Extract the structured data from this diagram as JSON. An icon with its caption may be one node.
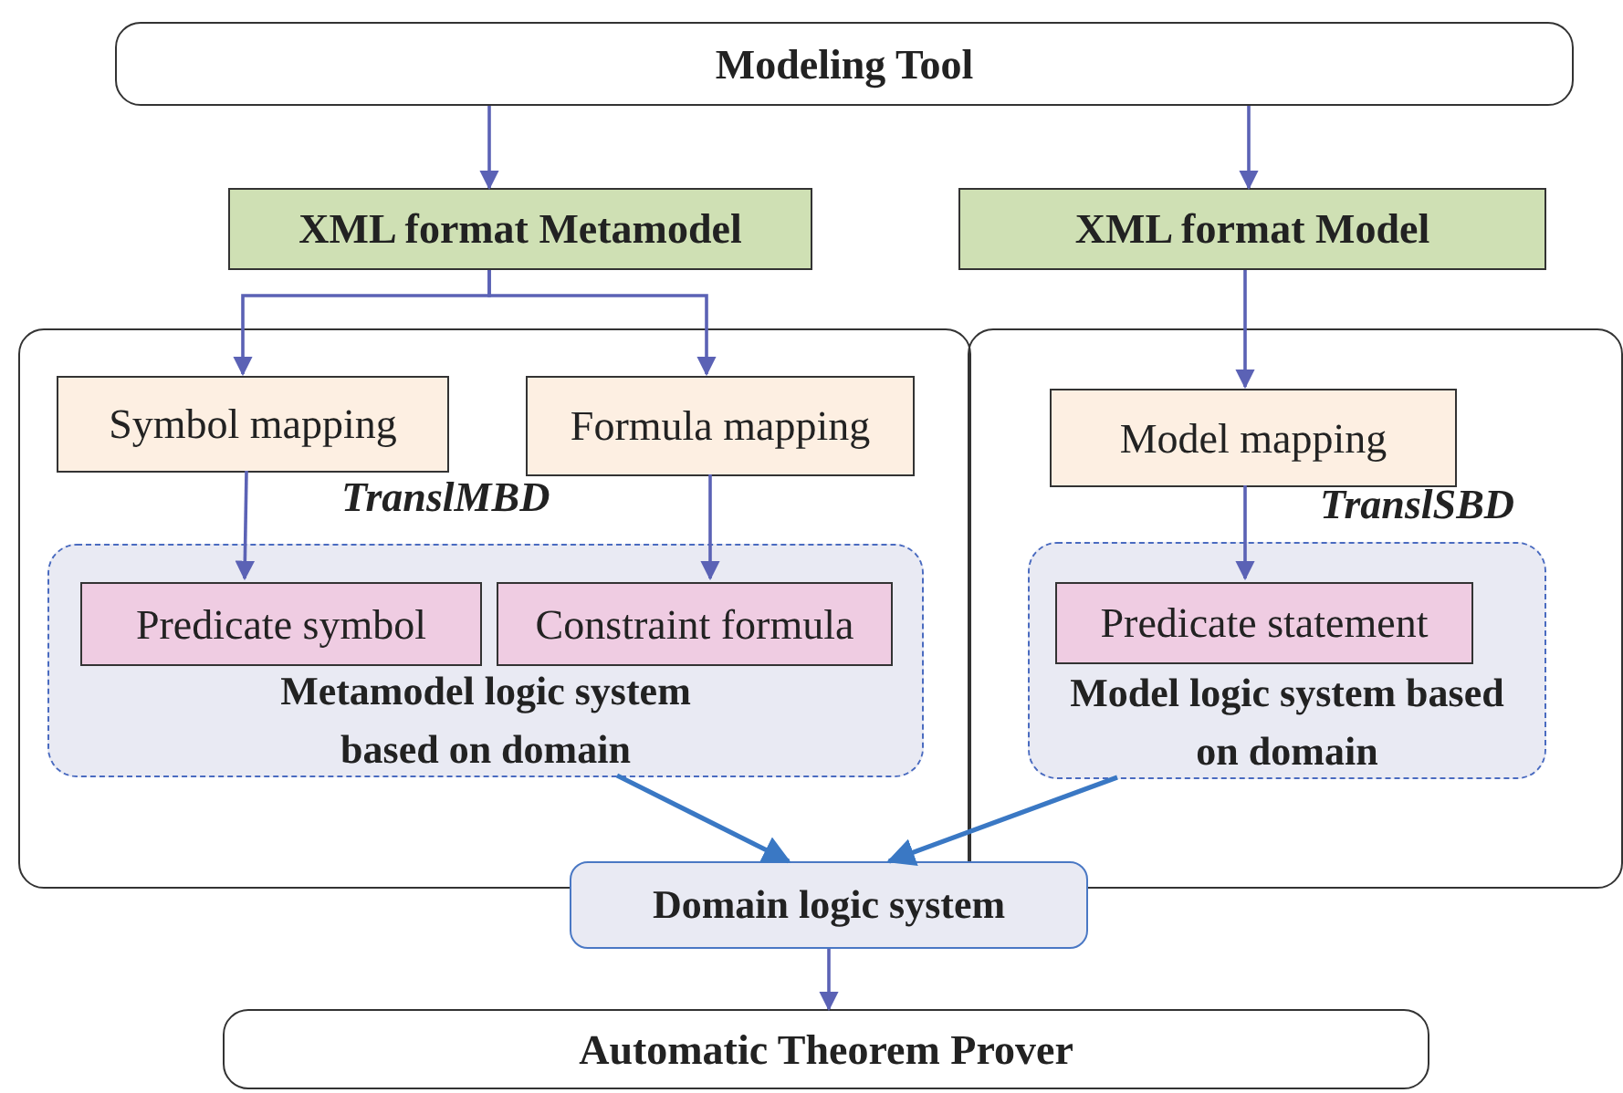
{
  "diagram": {
    "nodes": [
      {
        "text": [
          "Modeling Tool"
        ]
      },
      {
        "text": [
          "XML format Metamodel"
        ]
      },
      {
        "text": [
          "XML format Model"
        ]
      },
      {
        "text": [
          "TranslMBD"
        ]
      },
      {
        "text": [
          "TranslSBD"
        ]
      },
      {
        "text": [
          "Symbol mapping"
        ],
        "in": 3
      },
      {
        "text": [
          "Formula mapping"
        ],
        "in": 3
      },
      {
        "text": [
          "Metamodel logic system based on domain"
        ],
        "in": 3
      },
      {
        "text": [
          "Predicate symbol"
        ],
        "in": 7
      },
      {
        "text": [
          "Constraint formula"
        ],
        "in": 7
      },
      {
        "text": [
          "Model mapping"
        ],
        "in": 4
      },
      {
        "text": [
          "Model logic system based on domain"
        ],
        "in": 4
      },
      {
        "text": [
          "Predicate statement"
        ],
        "in": 11
      },
      {
        "text": [
          "Domain logic system"
        ]
      },
      {
        "text": [
          "Automatic Theorem Prover"
        ]
      }
    ],
    "edges": [
      {
        "from": 0,
        "to": 1,
        "arrow": "to"
      },
      {
        "from": 0,
        "to": 2,
        "arrow": "to"
      },
      {
        "from": 1,
        "to": 5,
        "arrow": "to"
      },
      {
        "from": 1,
        "to": 6,
        "arrow": "to"
      },
      {
        "from": 2,
        "to": 10,
        "arrow": "to"
      },
      {
        "from": 5,
        "to": 8,
        "arrow": "to"
      },
      {
        "from": 6,
        "to": 9,
        "arrow": "to"
      },
      {
        "from": 10,
        "to": 12,
        "arrow": "to"
      },
      {
        "from": 7,
        "to": 13,
        "arrow": "to",
        "color": "#3a78c4"
      },
      {
        "from": 11,
        "to": 13,
        "arrow": "to",
        "color": "#3a78c4"
      },
      {
        "from": 13,
        "to": 14,
        "arrow": "to"
      }
    ]
  }
}
